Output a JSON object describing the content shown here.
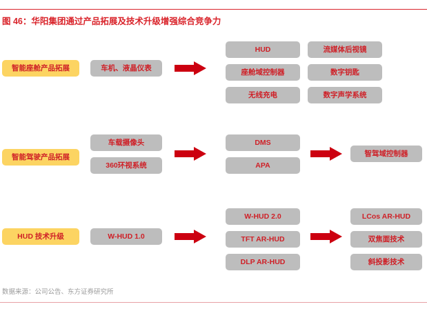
{
  "figure": {
    "title": "图 46：华阳集团通过产品拓展及技术升级增强综合竞争力",
    "source": "数据来源：公司公告、东方证券研究所",
    "colors": {
      "title_red": "#d9232a",
      "node_red_text": "#cf2027",
      "gray_box": "#bdbdbd",
      "yellow_box": "#fcd462",
      "arrow_red": "#cc0010",
      "source_gray": "#9b9b9b"
    }
  },
  "rows": [
    {
      "label": "智能座舱产品拓展",
      "stage1": [
        "车机、液晶仪表"
      ],
      "arrow1": "right-arrow",
      "stage2_col1": [
        "HUD",
        "座舱域控制器",
        "无线充电"
      ],
      "stage2_col2": [
        "流媒体后视镜",
        "数字钥匙",
        "数字声学系统"
      ],
      "arrow2": null,
      "stage3": []
    },
    {
      "label": "智能驾驶产品拓展",
      "stage1": [
        "车载摄像头",
        "360环视系统"
      ],
      "arrow1": "right-arrow",
      "stage2_col1": [
        "DMS",
        "APA"
      ],
      "stage2_col2": [],
      "arrow2": "right-arrow",
      "stage3": [
        "智驾域控制器"
      ]
    },
    {
      "label": "HUD 技术升级",
      "stage1": [
        "W-HUD 1.0"
      ],
      "arrow1": "right-arrow",
      "stage2_col1": [
        "W-HUD 2.0",
        "TFT AR-HUD",
        "DLP AR-HUD"
      ],
      "stage2_col2": [],
      "arrow2": "right-arrow",
      "stage3": [
        "LCos AR-HUD",
        "双焦面技术",
        "斜投影技术"
      ]
    }
  ]
}
